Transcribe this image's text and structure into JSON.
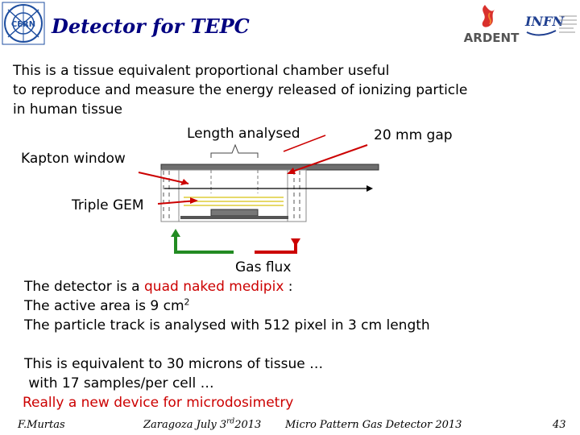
{
  "header": {
    "title": "Detector for TEPC",
    "cern_logo_text": "CERN",
    "ardent_logo_text": "ARDENT",
    "infn_logo_text": "INFN"
  },
  "intro": {
    "line1": "This is a tissue equivalent proportional chamber  useful",
    "line2": "to reproduce and measure the energy released of ionizing particle",
    "line3": "in human tissue"
  },
  "diagram": {
    "length_label": "Length analysed",
    "gap_label": "20 mm gap",
    "kapton_label": "Kapton window",
    "gem_label": "Triple GEM",
    "gas_label": "Gas flux"
  },
  "details": {
    "line1_prefix": "The detector is a ",
    "line1_highlight": "quad naked medipix",
    "line1_suffix": " :",
    "line2_prefix": "The active area is 9 cm",
    "line2_sup": "2",
    "line3": "The particle track is analysed with 512 pixel in 3 cm length",
    "line4": "This is equivalent to 30 microns of tissue …",
    "line5": " with 17 samples/per cell …",
    "line6": "Really a new device for microdosimetry"
  },
  "footer": {
    "author": "F.Murtas",
    "venue_prefix": "Zaragoza July 3",
    "venue_sup": "rd",
    "venue_suffix": "2013",
    "conference": "Micro Pattern Gas Detector 2013",
    "page": "43"
  },
  "colors": {
    "title": "#000080",
    "highlight": "#cc0000",
    "arrow_red": "#cc0000",
    "arrow_green": "#228b22",
    "gem_lines": "#e6d96a"
  }
}
